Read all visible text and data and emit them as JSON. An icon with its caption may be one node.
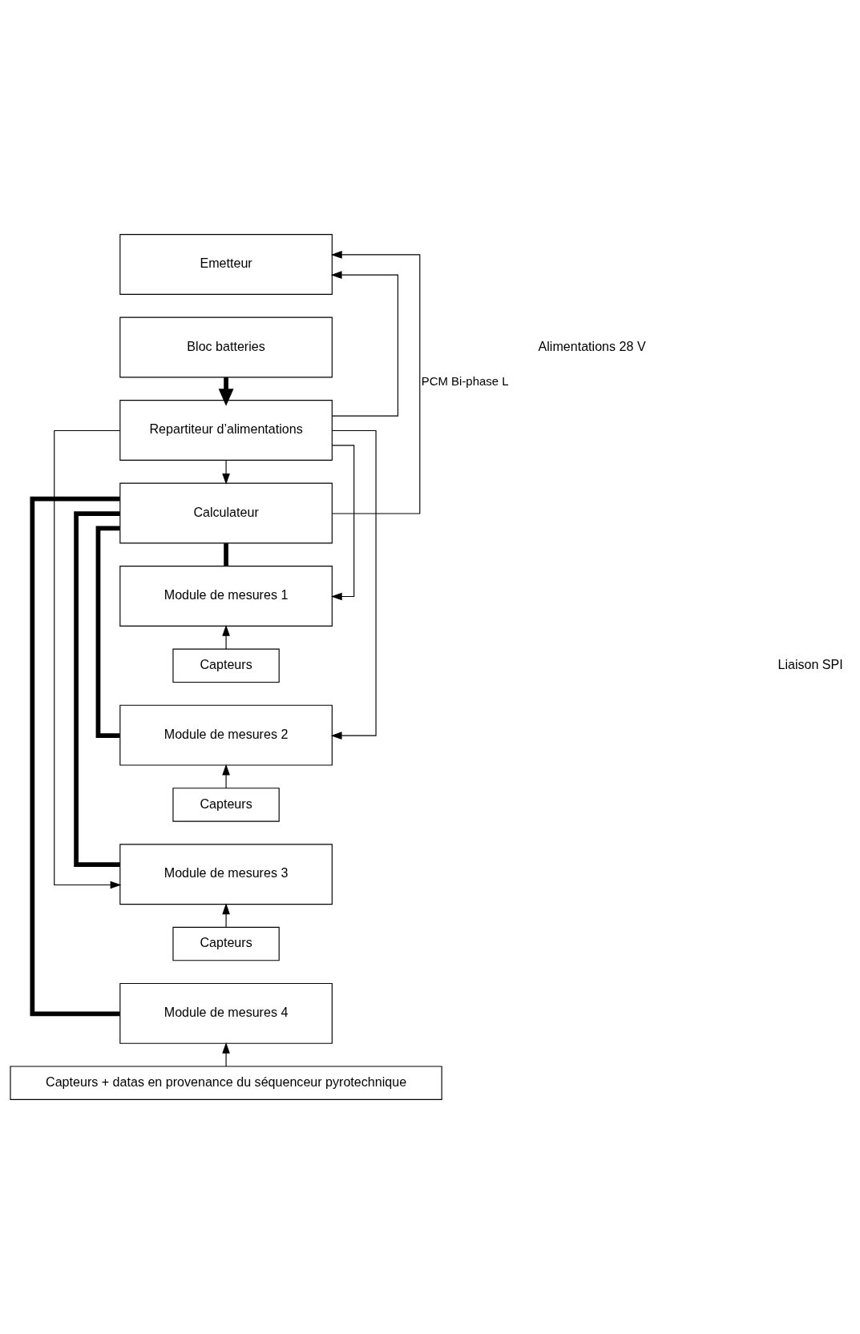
{
  "diagram": {
    "nodes": [
      {
        "text": [
          "Emetteur"
        ]
      },
      {
        "text": [
          "Bloc batteries"
        ]
      },
      {
        "text": [
          "Repartiteur d’alimentations"
        ]
      },
      {
        "text": [
          "Calculateur"
        ]
      },
      {
        "text": [
          "Module de mesures 1"
        ]
      },
      {
        "text": [
          "Capteurs"
        ]
      },
      {
        "text": [
          "Module de mesures 2"
        ]
      },
      {
        "text": [
          "Capteurs"
        ]
      },
      {
        "text": [
          "Module de mesures 3"
        ]
      },
      {
        "text": [
          "Capteurs"
        ]
      },
      {
        "text": [
          "Module de mesures 4"
        ]
      },
      {
        "text": [
          "Capteurs + datas en provenance du séquenceur pyrotechnique"
        ]
      }
    ],
    "edges": [
      {
        "from": 1,
        "to": 2,
        "arrow": "to",
        "style": "thick"
      },
      {
        "from": 2,
        "to": 0,
        "arrow": "to"
      },
      {
        "from": 2,
        "to": 3,
        "arrow": "to"
      },
      {
        "from": 2,
        "to": 4,
        "arrow": "to"
      },
      {
        "from": 2,
        "to": 6,
        "arrow": "to"
      },
      {
        "from": 2,
        "to": 8,
        "arrow": "to"
      },
      {
        "from": 3,
        "to": 0,
        "arrow": "to",
        "label": "PCM Bi-phase L"
      },
      {
        "from": 3,
        "to": 4,
        "arrow": "none",
        "style": "thick"
      },
      {
        "from": 3,
        "to": 6,
        "arrow": "none",
        "style": "thick"
      },
      {
        "from": 3,
        "to": 8,
        "arrow": "none",
        "style": "thick"
      },
      {
        "from": 3,
        "to": 10,
        "arrow": "none",
        "style": "thick"
      },
      {
        "from": 5,
        "to": 4,
        "arrow": "to"
      },
      {
        "from": 7,
        "to": 6,
        "arrow": "to"
      },
      {
        "from": 9,
        "to": 8,
        "arrow": "to"
      },
      {
        "from": 11,
        "to": 10,
        "arrow": "to"
      }
    ],
    "labels": [
      "Alimentations 28 V",
      "Liaison SPI"
    ]
  }
}
